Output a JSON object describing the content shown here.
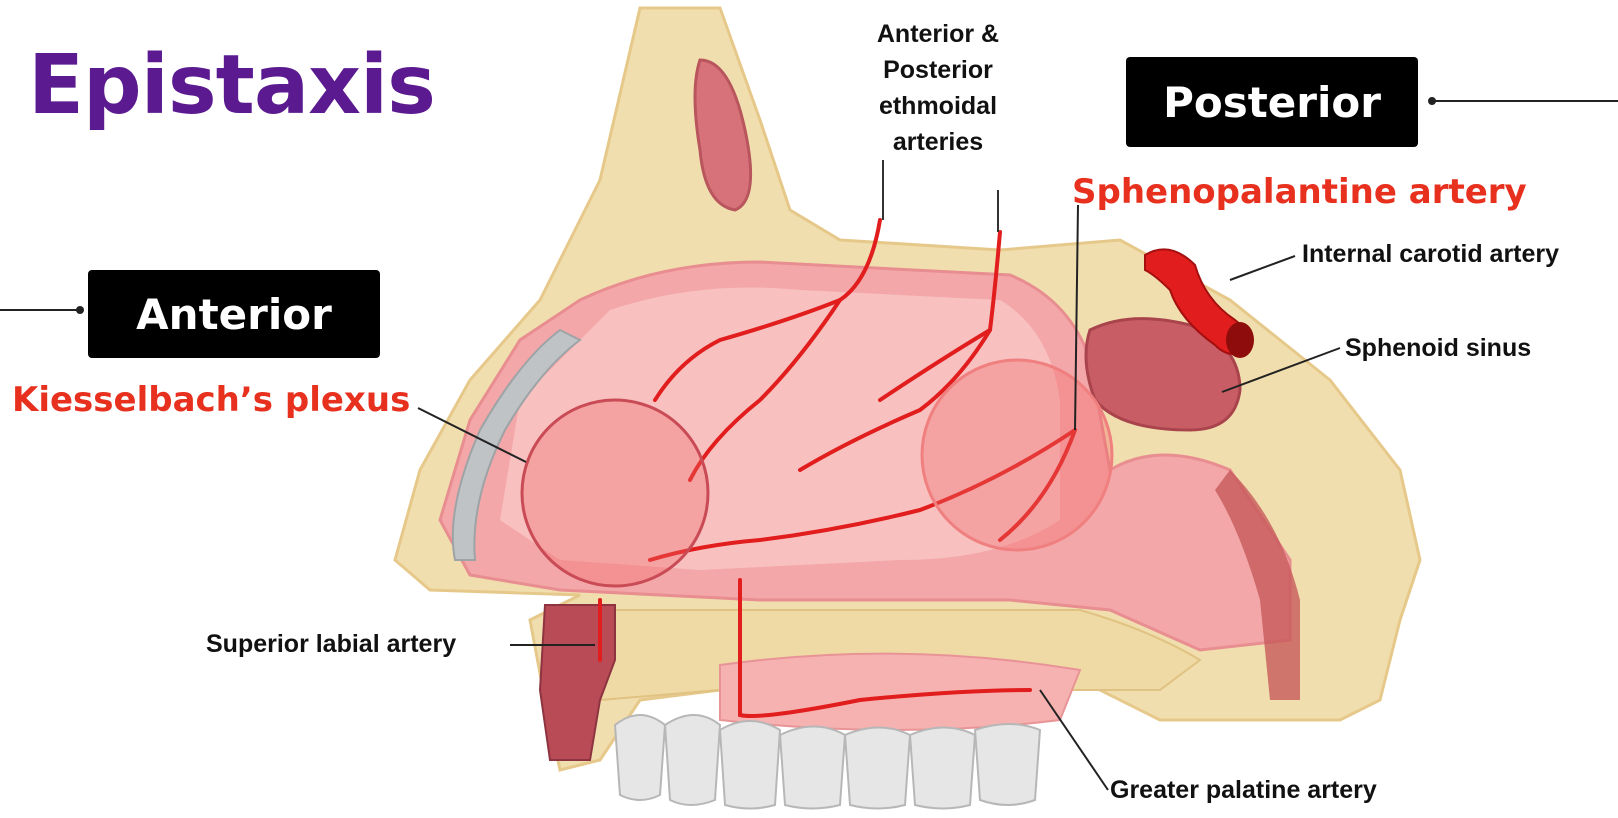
{
  "title": "Epistaxis",
  "sections": {
    "anterior": "Anterior",
    "posterior": "Posterior"
  },
  "labels": {
    "kiesselbach": "Kiesselbach’s plexus",
    "sphenopalatine": "Sphenopalantine artery",
    "ethmoidal": [
      "Anterior &",
      "Posterior",
      "ethmoidal",
      "arteries"
    ],
    "internal_carotid": "Internal carotid artery",
    "sphenoid_sinus": "Sphenoid sinus",
    "superior_labial": "Superior labial artery",
    "greater_palatine": "Greater palatine artery"
  },
  "colors": {
    "title": "#5b1a8f",
    "red_label": "#e8301e",
    "artery": "#e11d1d",
    "bone": "#f1deae",
    "mucosa": "#f3a3a6",
    "cavity": "#f8c5c4",
    "highlight": "#f26a6a"
  }
}
